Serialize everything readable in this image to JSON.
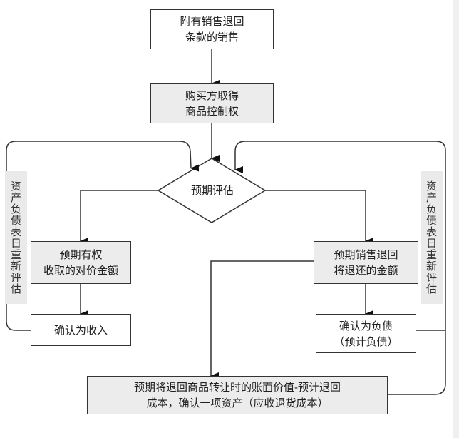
{
  "nodes": {
    "start": {
      "line1": "附有销售退回",
      "line2": "条款的销售"
    },
    "control": {
      "line1": "购买方取得",
      "line2": "商品控制权"
    },
    "decision": {
      "label": "预期评估"
    },
    "left_amount": {
      "line1": "预期有权",
      "line2": "收取的对价金额"
    },
    "revenue": {
      "label": "确认为收入"
    },
    "right_amount": {
      "line1": "预期销售退回",
      "line2": "将退还的金额"
    },
    "liability": {
      "line1": "确认为负债",
      "line2": "（预计负债）"
    },
    "asset": {
      "line1": "预期将退回商品转让时的账面价值-预计退回",
      "line2": "成本，确认一项资产（应收退货成本）"
    }
  },
  "side_labels": {
    "left": "资产负债表日重新评估",
    "right": "资产负债表日重新评估"
  },
  "colors": {
    "box_fill": "#ececec",
    "line": "#333333",
    "label_bg": "#eaeaea"
  }
}
